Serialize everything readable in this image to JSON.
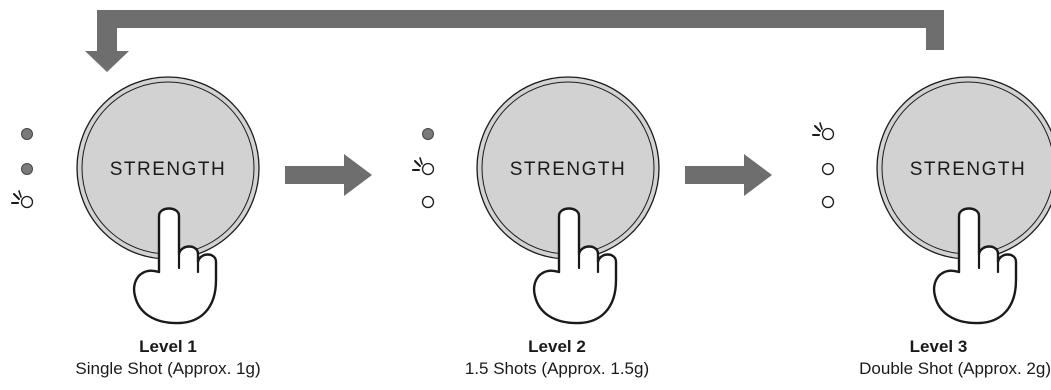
{
  "button_label": "STRENGTH",
  "colors": {
    "arrow": "#6e6e6e",
    "button": "#d2d2d2",
    "indicator_on": "#7a7a7a",
    "stroke": "#1a1a1a"
  },
  "levels": [
    {
      "title": "Level 1",
      "description": "Single Shot (Approx. 1g)",
      "indicators": [
        "on",
        "on",
        "blinking"
      ]
    },
    {
      "title": "Level 2",
      "description": "1.5 Shots (Approx. 1.5g)",
      "indicators": [
        "on",
        "blinking",
        "off"
      ]
    },
    {
      "title": "Level 3",
      "description": "Double Shot (Approx. 2g)",
      "indicators": [
        "blinking",
        "off",
        "off"
      ]
    }
  ]
}
